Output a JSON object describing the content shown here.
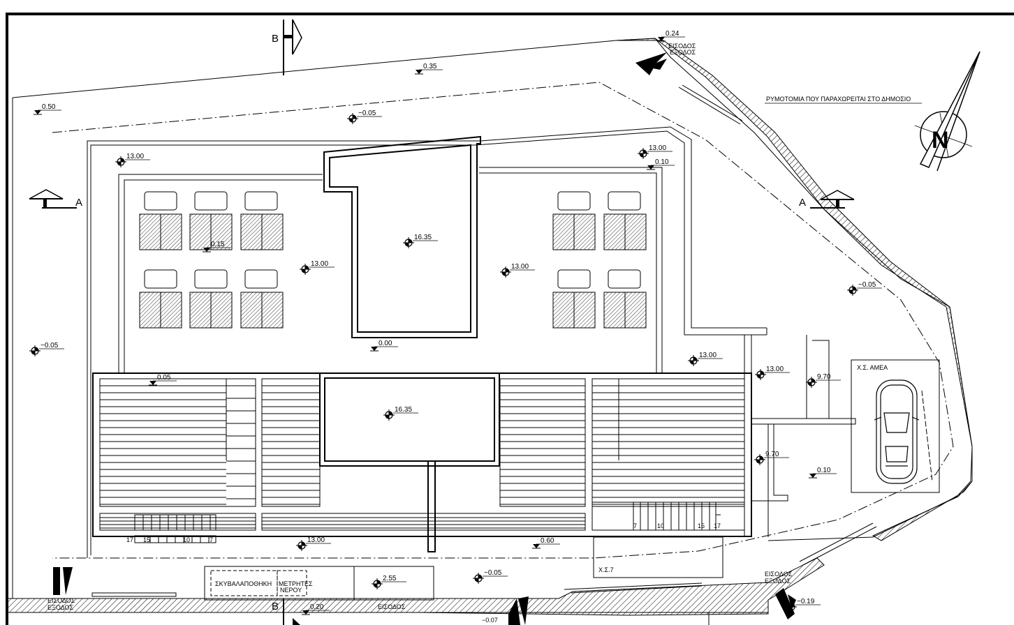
{
  "sections": {
    "a": "A",
    "b": "B"
  },
  "labels": {
    "road_cession": "ΡΥΜΟΤΟΜΙΑ ΠΟΥ ΠΑΡΑΧΩΡΕΙΤΑΙ ΣΤΟ ΔΗΜΟΣΙΟ",
    "entrance_exit_1": "ΕΙΣΟΔΟΣ",
    "entrance_exit_2": "ΕΞΟΔΟΣ",
    "entrance": "ΕΙΣΟΔΟΣ",
    "accessible_parking": "Χ.Σ. ΑΜΕΑ",
    "parking_7": "Χ.Σ.7",
    "garbage_store": "ΣΚΥΒΑΛΑΠΟΘΗΚΗ",
    "water_meters_1": "ΜΕΤΡΗΤΕΣ",
    "water_meters_2": "ΝΕΡΟΥ"
  },
  "levels": {
    "l024": "0.24",
    "l035": "0.35",
    "l050": "0.50",
    "lm005_top": "−0.05",
    "l1300_tl": "13.00",
    "l1300_tr": "13.00",
    "l010_tr": "0.10",
    "l1635_a": "16.35",
    "l015": "0.15",
    "l1300_ml": "13.00",
    "l1300_mr": "13.00",
    "lm005_r": "−0.05",
    "lm005_l": "−0.05",
    "l000": "0.00",
    "l1300_e": "13.00",
    "l1300_e2": "13.00",
    "l970_a": "9.70",
    "l005": "0.05",
    "l1635_b": "16.35",
    "l970_b": "9.70",
    "l010_b": "0.10",
    "l1300_bot": "13.00",
    "l060": "0.60",
    "lm005_bot": "−0.05",
    "l255": "2.55",
    "l020": "0.20",
    "lm007": "−0.07",
    "lm019": "−0.19"
  },
  "stair_numbers": {
    "s17": "17",
    "s15": "15",
    "s10": "10",
    "s7": "7",
    "r7": "7",
    "r10": "10",
    "r15": "15",
    "r17": "17"
  },
  "north_label": "N"
}
